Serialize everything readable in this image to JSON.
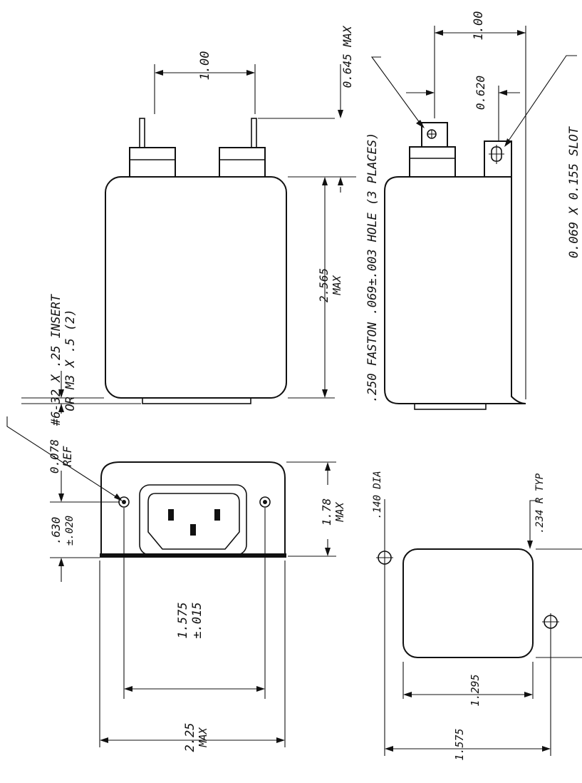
{
  "callouts": {
    "insert": [
      "#6-32 X .25 INSERT",
      "OR M3 X .5 (2)"
    ],
    "faston": ".250 FASTON .069±.003 HOLE (3 PLACES)",
    "slot": "0.069 X 0.155 SLOT",
    "hole_dia": ".140 DIA",
    "corner_radius": ".234 R TYP"
  },
  "dimensions": {
    "top_pin_spacing": "1.00",
    "top_right_pin_spacing": "1.00",
    "pin_height_max": "0.645 MAX",
    "body_depth": [
      "2.565",
      "MAX"
    ],
    "ref_offset": [
      "0.078",
      "REF"
    ],
    "pin_offset": "0.620",
    "insert_offset": [
      ".630",
      "±.020"
    ],
    "front_height": [
      "1.78",
      "MAX"
    ],
    "mount_spacing": [
      "1.575",
      "±.015"
    ],
    "front_width": [
      "2.25",
      "MAX"
    ],
    "cutout_width": "1.295",
    "cutout_hole_spacing": "1.575"
  }
}
